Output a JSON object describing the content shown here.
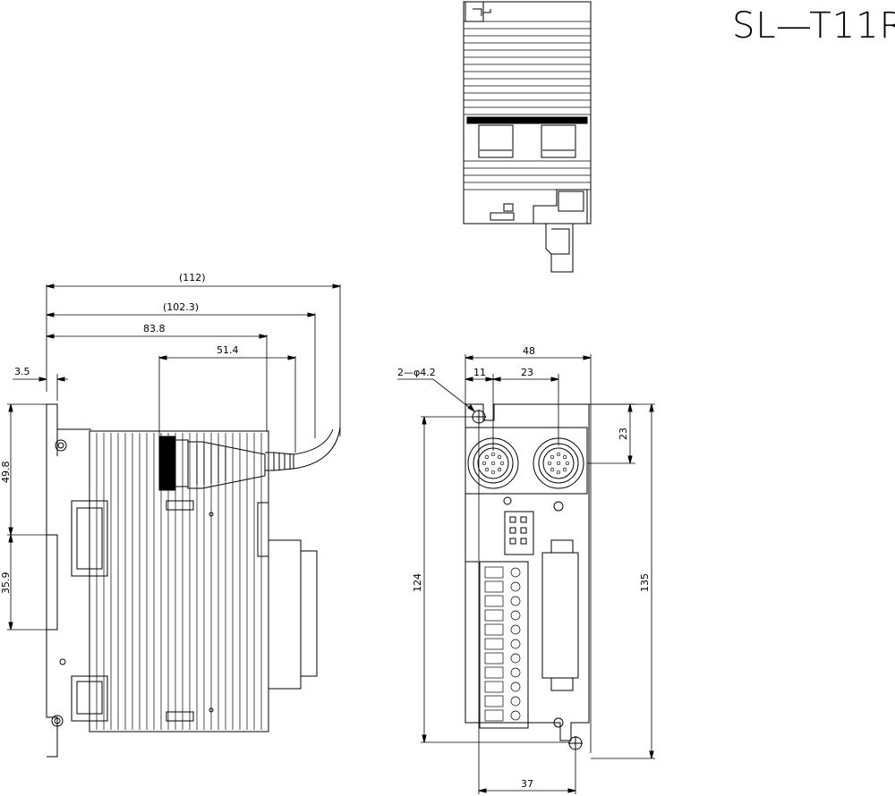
{
  "title": "SL—T11R",
  "side_view": {
    "dims": {
      "overall_112": "(112)",
      "overall_102_3": "(102.3)",
      "d_83_8": "83.8",
      "d_51_4": "51.4",
      "d_3_5": "3.5",
      "d_49_8": "49.8",
      "d_35_9": "35.9"
    }
  },
  "front_view": {
    "dims": {
      "width_48": "48",
      "d_11": "11",
      "d_23_top": "23",
      "hole_callout": "2—φ4.2",
      "d_23_right": "23",
      "height_124": "124",
      "height_135": "135",
      "bottom_37": "37"
    }
  }
}
